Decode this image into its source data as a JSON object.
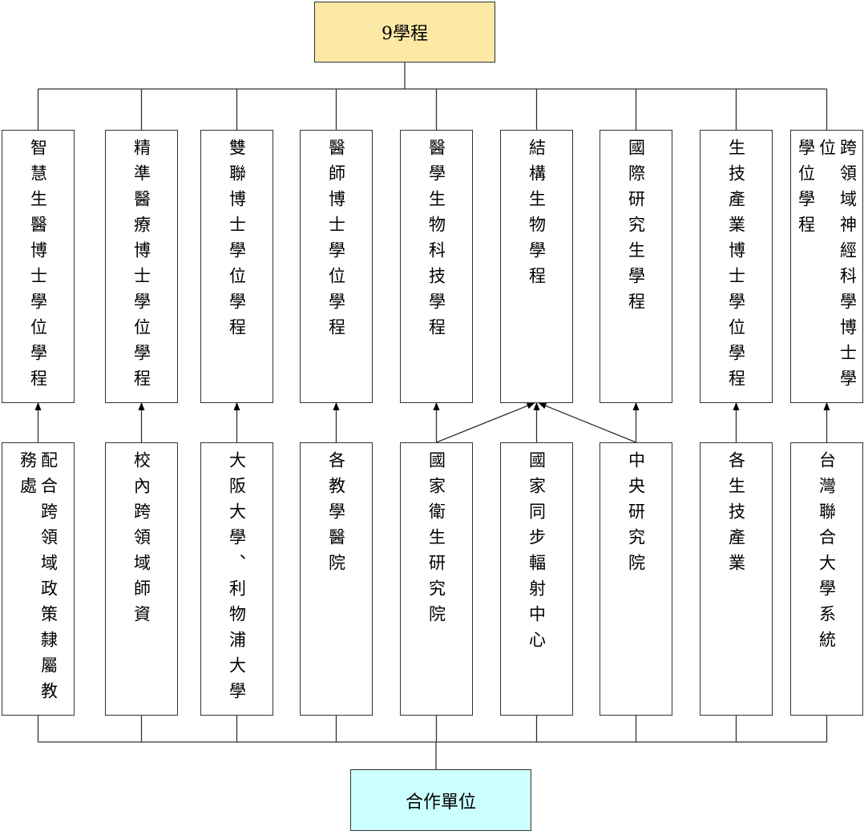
{
  "root": {
    "label": "9學程",
    "color": "#fde9a6"
  },
  "partner": {
    "label": "合作單位",
    "color": "#ccffff"
  },
  "programs": [
    {
      "lines": [
        "智慧生醫博士學位學程"
      ]
    },
    {
      "lines": [
        "精準醫療博士學位學程"
      ]
    },
    {
      "lines": [
        "雙聯博士學位學程"
      ]
    },
    {
      "lines": [
        "醫師博士學位學程"
      ]
    },
    {
      "lines": [
        "醫學生物科技學程"
      ]
    },
    {
      "lines": [
        "結構生物學程"
      ]
    },
    {
      "lines": [
        "國際研究生學程"
      ]
    },
    {
      "lines": [
        "生技產業博士學位學程"
      ]
    },
    {
      "lines": [
        "跨領域神經科學博士學位",
        "學位學程"
      ]
    }
  ],
  "partners": [
    {
      "lines": [
        "配合跨領域政策隸屬教務處"
      ]
    },
    {
      "lines": [
        "校內跨領域師資"
      ]
    },
    {
      "lines": [
        "大阪大學、利物浦大學"
      ]
    },
    {
      "lines": [
        "各教學醫院"
      ]
    },
    {
      "lines": [
        "國家衛生研究院"
      ]
    },
    {
      "lines": [
        "國家同步輻射中心"
      ]
    },
    {
      "lines": [
        "中央研究院"
      ]
    },
    {
      "lines": [
        "各生技產業"
      ]
    },
    {
      "lines": [
        "台灣聯合大學系統"
      ]
    }
  ]
}
